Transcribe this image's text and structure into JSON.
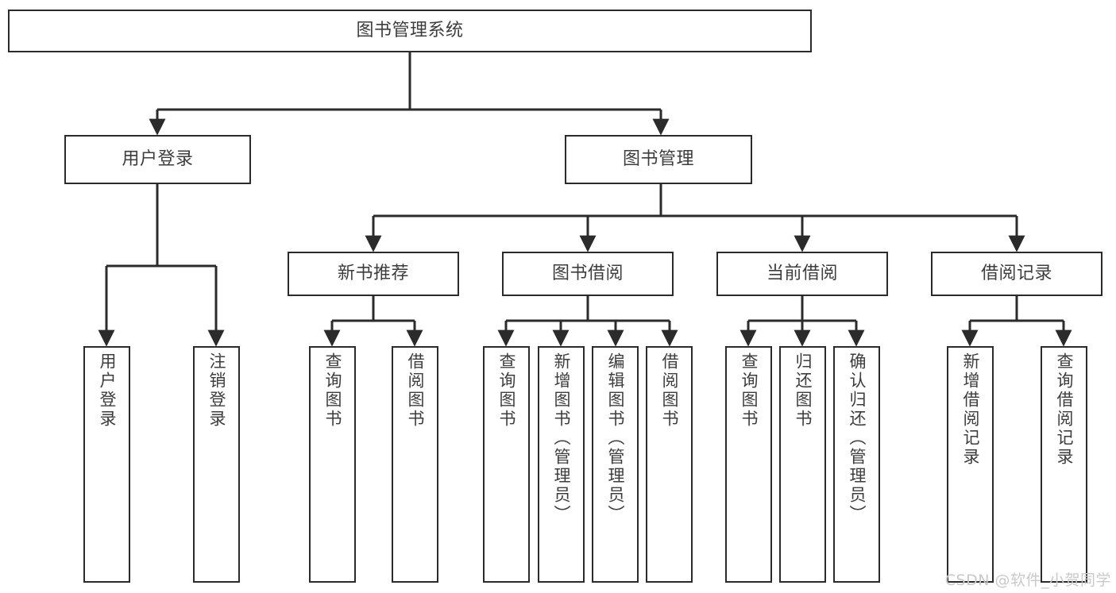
{
  "diagram": {
    "type": "tree",
    "orientation": "top-down",
    "root": {
      "id": "root",
      "label": "图书管理系统"
    },
    "levels": [
      {
        "level": 1,
        "nodes": [
          {
            "id": "user-login",
            "label": "用户登录"
          },
          {
            "id": "book-management",
            "label": "图书管理"
          }
        ]
      },
      {
        "level": 2,
        "nodes": [
          {
            "id": "new-book-recommend",
            "label": "新书推荐",
            "parent": "book-management"
          },
          {
            "id": "book-borrow",
            "label": "图书借阅",
            "parent": "book-management"
          },
          {
            "id": "current-borrow",
            "label": "当前借阅",
            "parent": "book-management"
          },
          {
            "id": "borrow-record",
            "label": "借阅记录",
            "parent": "book-management"
          }
        ]
      },
      {
        "level": 3,
        "nodes": [
          {
            "id": "leaf-user-login",
            "label": "用户登录",
            "parent": "user-login"
          },
          {
            "id": "leaf-logout",
            "label": "注销登录",
            "parent": "user-login"
          },
          {
            "id": "leaf-query-book-1",
            "label": "查询图书",
            "parent": "new-book-recommend"
          },
          {
            "id": "leaf-borrow-book-1",
            "label": "借阅图书",
            "parent": "new-book-recommend"
          },
          {
            "id": "leaf-query-book-2",
            "label": "查询图书",
            "parent": "book-borrow"
          },
          {
            "id": "leaf-add-book",
            "label": "新增图书（管理员）",
            "parent": "book-borrow"
          },
          {
            "id": "leaf-edit-book",
            "label": "编辑图书（管理员）",
            "parent": "book-borrow"
          },
          {
            "id": "leaf-borrow-book-2",
            "label": "借阅图书",
            "parent": "book-borrow"
          },
          {
            "id": "leaf-query-book-3",
            "label": "查询图书",
            "parent": "current-borrow"
          },
          {
            "id": "leaf-return-book",
            "label": "归还图书",
            "parent": "current-borrow"
          },
          {
            "id": "leaf-confirm-return",
            "label": "确认归还（管理员）",
            "parent": "current-borrow"
          },
          {
            "id": "leaf-add-record",
            "label": "新增借阅记录",
            "parent": "borrow-record"
          },
          {
            "id": "leaf-query-record",
            "label": "查询借阅记录",
            "parent": "borrow-record"
          }
        ]
      }
    ]
  },
  "watermark": {
    "text": "CSDN @软件_小贺同学"
  },
  "colors": {
    "border": "#2b2b2b",
    "text": "#3d3d3d",
    "background": "#ffffff",
    "watermark": "#c9c9c9"
  }
}
